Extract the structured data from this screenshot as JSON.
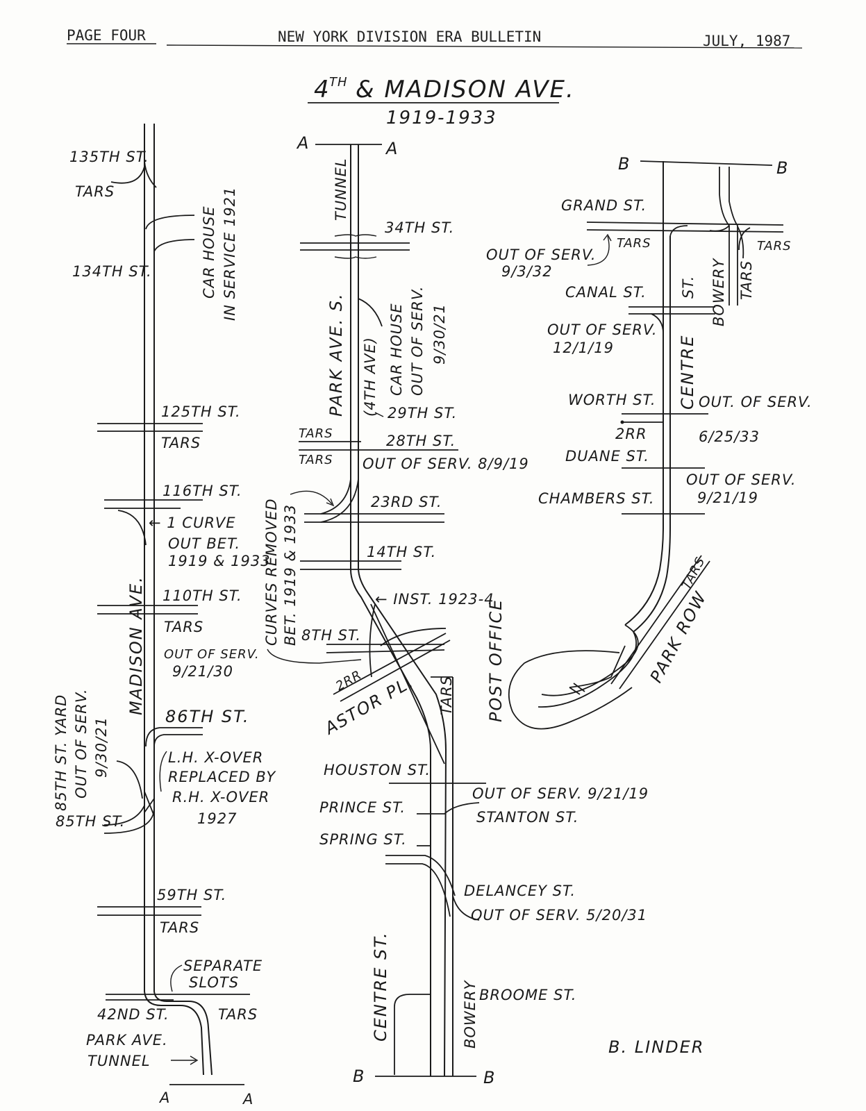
{
  "header": {
    "page": "PAGE FOUR",
    "publication": "NEW YORK DIVISION ERA BULLETIN",
    "date": "JULY, 1987"
  },
  "title": {
    "line1_main": "4",
    "line1_sup": "TH",
    "line1_rest": "& MADISON AVE.",
    "years": "1919-1933"
  },
  "left": {
    "st135": "135TH ST.",
    "tars135": "TARS",
    "carhouse1": "CAR HOUSE",
    "carhouse2": "IN SERVICE 1921",
    "st134": "134TH ST.",
    "st125": "125TH ST.",
    "tars125": "TARS",
    "st116": "116TH ST.",
    "curve1": "← 1 CURVE",
    "curve2": "OUT BET.",
    "curve3": "1919 & 1933",
    "avenue": "MADISON    AVE.",
    "st110": "110TH ST.",
    "tars110": "TARS",
    "oos110a": "OUT OF SERV.",
    "oos110b": "9/21/30",
    "yard1": "85TH ST. YARD",
    "yard2": "OUT OF SERV.",
    "yard3": "9/30/21",
    "st86": "86TH ST.",
    "xover1": "L.H. X-OVER",
    "xover2": "REPLACED BY",
    "xover3": "R.H. X-OVER",
    "xover4": "1927",
    "st85": "85TH ST.",
    "st59": "59TH ST.",
    "tars59": "TARS",
    "slots1": "SEPARATE",
    "slots2": "SLOTS",
    "st42": "42ND ST.",
    "tars42": "TARS",
    "tunnel1": "PARK AVE.",
    "tunnel2": "TUNNEL",
    "a_left": "A",
    "a_right": "A"
  },
  "middle": {
    "a_left": "A",
    "a_right": "A",
    "tunnel": "TUNNEL",
    "st34": "34TH ST.",
    "parkave": "PARK AVE. S.",
    "fourth": "(4TH AVE)",
    "carhouse1": "CAR HOUSE",
    "carhouse2": "OUT OF SERV.",
    "carhouse3": "9/30/21",
    "st29": "29TH ST.",
    "tars29": "TARS",
    "st28": "28TH ST.",
    "tars28": "TARS",
    "oos28": "OUT OF SERV. 8/9/19",
    "curves1": "CURVES REMOVED",
    "curves2": "BET. 1919 & 1933",
    "st23": "23RD ST.",
    "st14": "14TH ST.",
    "inst": "← INST. 1923-4",
    "st8": "8TH ST.",
    "rr2": "2RR",
    "astor": "ASTOR PL.",
    "tars_lower": "TARS",
    "postoffice": "POST OFFICE",
    "houston": "HOUSTON ST.",
    "prince": "PRINCE ST.",
    "oos_stanton": "OUT OF SERV. 9/21/19",
    "stanton": "STANTON ST.",
    "spring": "SPRING ST.",
    "delancey": "DELANCEY ST.",
    "oos_delancey": "OUT OF SERV. 5/20/31",
    "centre": "CENTRE ST.",
    "bowery": "BOWERY",
    "broome": "BROOME ST.",
    "b_left": "B",
    "b_right": "B"
  },
  "right": {
    "b_left": "B",
    "b_right": "B",
    "grand": "GRAND ST.",
    "tars1": "TARS",
    "tars2": "TARS",
    "oos_grand1": "OUT OF SERV.",
    "oos_grand2": "9/3/32",
    "bowery": "BOWERY",
    "tars3": "TARS",
    "canal": "CANAL ST.",
    "st": "ST.",
    "oos_canal1": "OUT OF SERV.",
    "oos_canal2": "12/1/19",
    "centre": "CENTRE",
    "worth": "WORTH ST.",
    "oos_worth": "OUT. OF SERV.",
    "rr2": "2RR",
    "date_worth": "6/25/33",
    "duane": "DUANE ST.",
    "oos_chambers1": "OUT OF SERV.",
    "oos_chambers2": "9/21/19",
    "chambers": "CHAMBERS ST.",
    "tars_pr": "TARS",
    "parkrow": "PARK ROW"
  },
  "signature": "B. LINDER"
}
